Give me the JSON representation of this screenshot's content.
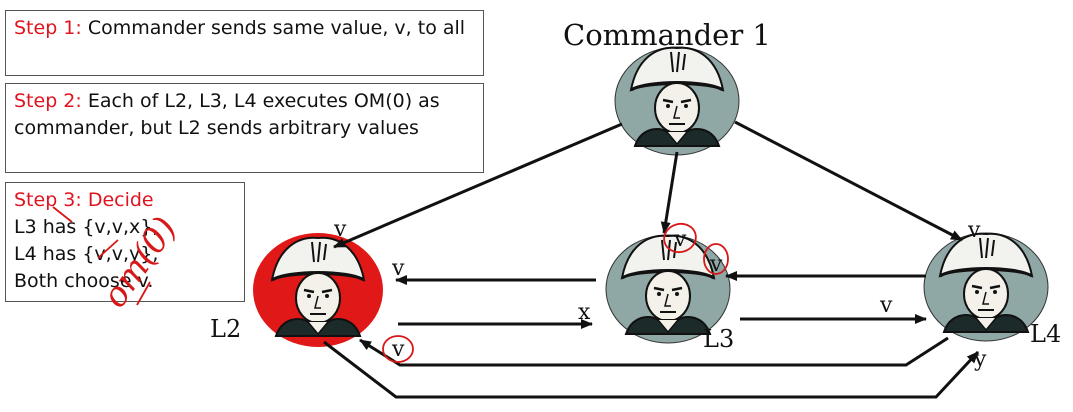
{
  "steps": [
    {
      "label": "Step 1:",
      "text": " Commander sends same value, v, to all"
    },
    {
      "label": "Step 2:",
      "text": " Each of L2, L3, L4 executes OM(0) as commander, but L2 sends arbitrary values"
    },
    {
      "label": "Step 3: Decide",
      "lines": [
        "L3 has {v,v,x},",
        "L4 has {v,v,y},",
        "Both choose v."
      ]
    }
  ],
  "nodes": {
    "commander": {
      "label": "Commander 1"
    },
    "l2": {
      "label": "L2",
      "highlight_color": "#e01818"
    },
    "l3": {
      "label": "L3"
    },
    "l4": {
      "label": "L4"
    }
  },
  "edge_labels": {
    "to_l2": "v",
    "to_l3": "v",
    "to_l4": "v",
    "l3_to_l2": "v",
    "l2_to_l3": "x",
    "l4_to_l3": "v",
    "l3_to_l4": "v",
    "l4_to_l2": "v",
    "l2_to_l4": "y"
  },
  "annotation": {
    "handwritten": "om(0)",
    "color": "#d81818"
  },
  "colors": {
    "node_bg": "#8fa7a5",
    "accent": "#e0141e"
  }
}
